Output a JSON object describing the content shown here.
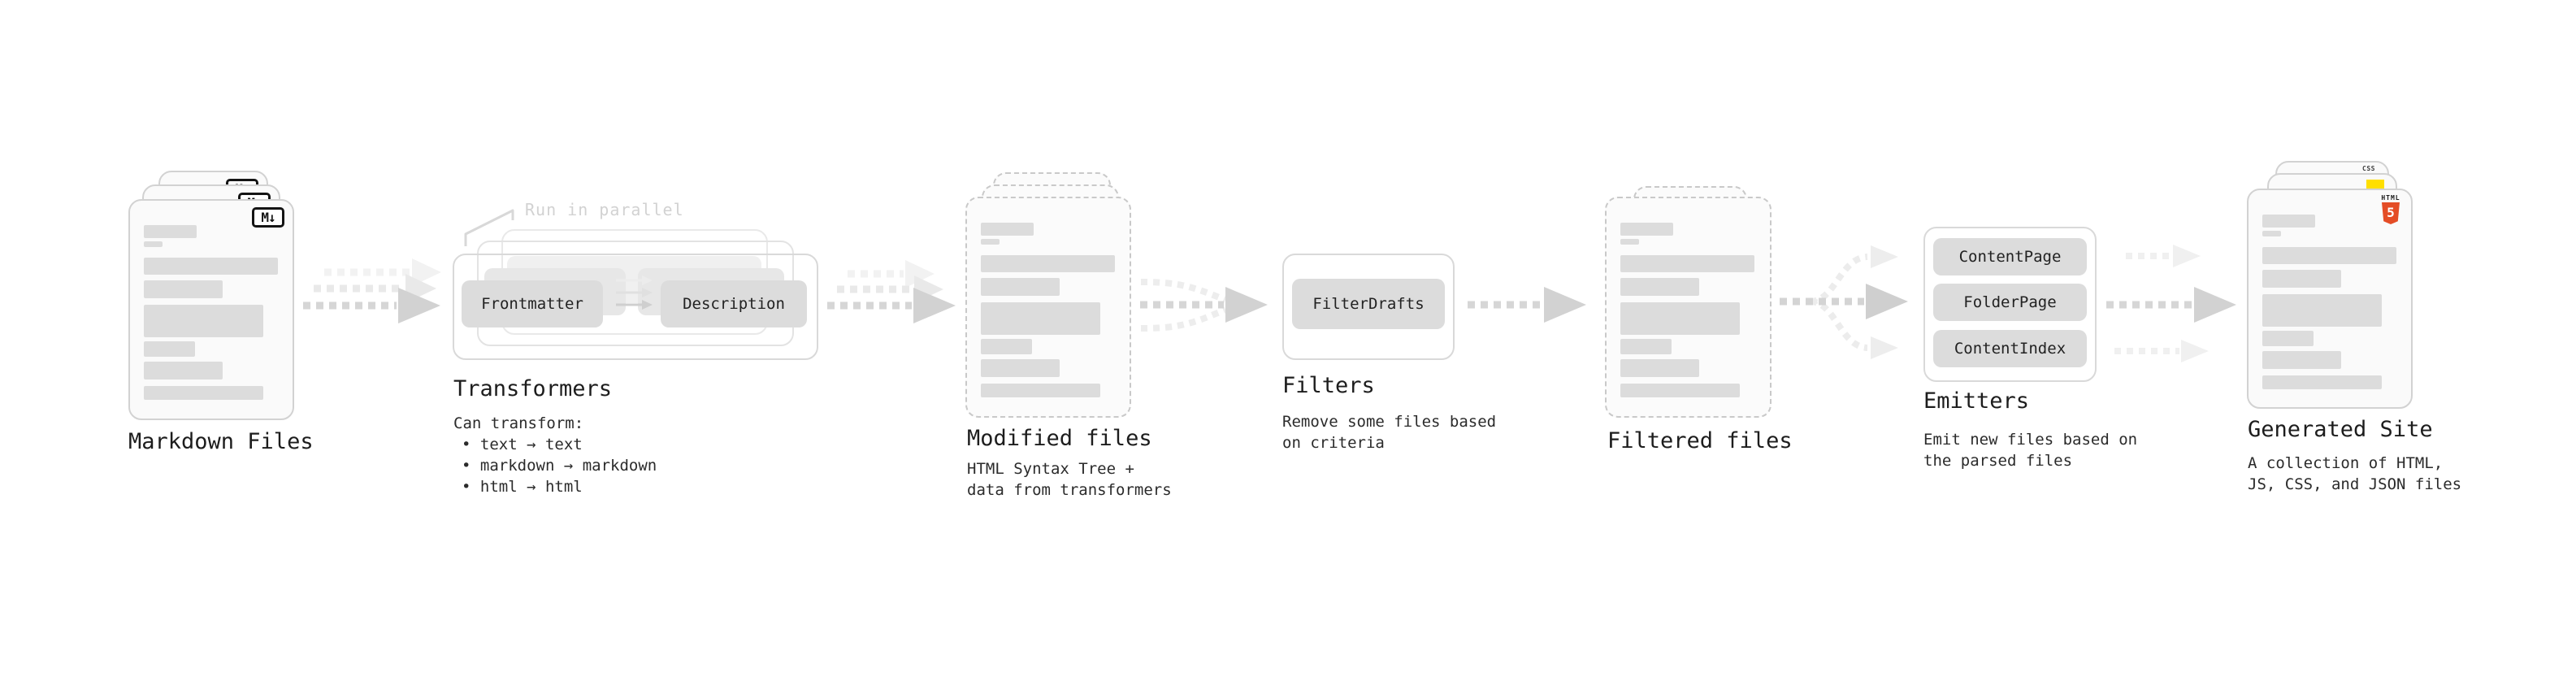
{
  "colors": {
    "css_badge_blue": "#2d5be3",
    "js_badge_yellow": "#ffdf00",
    "html5_orange": "#e44d26",
    "arrow_gray": "#d4d4d4",
    "faint_arrow_gray": "#ededed"
  },
  "stages": {
    "markdown": {
      "label": "Markdown Files",
      "icon": "M↓"
    },
    "transformers": {
      "label": "Transformers",
      "annotation": "Run in parallel",
      "step1": "Frontmatter",
      "step2": "Description",
      "desc_title": "Can transform:",
      "bullets": [
        "• text → text",
        "• markdown → markdown",
        "• html → html"
      ]
    },
    "modified": {
      "label": "Modified files",
      "desc": [
        "HTML Syntax Tree +",
        "data from transformers"
      ]
    },
    "filters": {
      "label": "Filters",
      "button": "FilterDrafts",
      "desc": [
        "Remove some files based",
        "on criteria"
      ]
    },
    "filtered": {
      "label": "Filtered files"
    },
    "emitters": {
      "label": "Emitters",
      "buttons": [
        "ContentPage",
        "FolderPage",
        "ContentIndex"
      ],
      "desc": [
        "Emit new files based on",
        "the parsed files"
      ]
    },
    "generated": {
      "label": "Generated Site",
      "desc": [
        "A collection of HTML,",
        "JS, CSS, and JSON files"
      ],
      "css_text": "CSS",
      "html5_text": "HTML",
      "html5_number": "5"
    }
  }
}
